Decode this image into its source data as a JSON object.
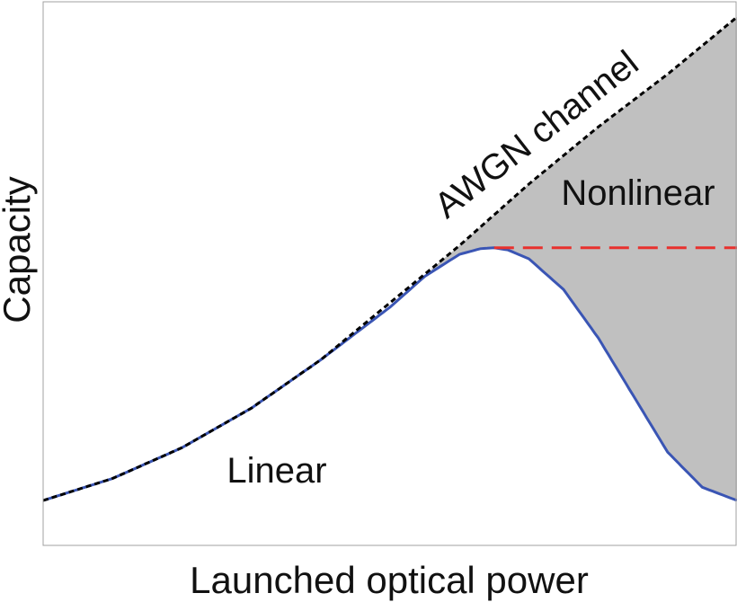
{
  "chart_data": {
    "type": "line",
    "xlabel": "Launched optical power",
    "ylabel": "Capacity",
    "xlim": [
      0,
      1
    ],
    "ylim": [
      0,
      1
    ],
    "grid": false,
    "legend": "none",
    "series": [
      {
        "name": "AWGN channel",
        "style": "dashed",
        "color": "#000000",
        "x": [
          0.0,
          0.1,
          0.2,
          0.3,
          0.4,
          0.5,
          0.6,
          0.7,
          0.8,
          0.9,
          1.0
        ],
        "y": [
          0.0,
          0.05,
          0.12,
          0.21,
          0.32,
          0.45,
          0.58,
          0.72,
          0.85,
          0.97,
          1.1
        ]
      },
      {
        "style": "solid",
        "color": "#3a55b4",
        "x": [
          0.0,
          0.1,
          0.2,
          0.3,
          0.4,
          0.5,
          0.55,
          0.6,
          0.63,
          0.65,
          0.67,
          0.7,
          0.75,
          0.8,
          0.85,
          0.9,
          0.95,
          1.0
        ],
        "y": [
          0.0,
          0.05,
          0.12,
          0.21,
          0.32,
          0.44,
          0.51,
          0.56,
          0.573,
          0.575,
          0.57,
          0.55,
          0.48,
          0.37,
          0.24,
          0.11,
          0.03,
          0.0
        ]
      },
      {
        "style": "dashed",
        "color": "#e8312e",
        "x": [
          0.65,
          1.0
        ],
        "y": [
          0.575,
          0.575
        ]
      }
    ],
    "shaded_region": {
      "color": "#c0c0c0",
      "between": [
        "AWGN channel",
        "solid"
      ],
      "x_from": 0.56
    },
    "annotations": [
      {
        "text": "AWGN channel"
      },
      {
        "text": "Nonlinear"
      },
      {
        "text": "Linear"
      }
    ]
  }
}
